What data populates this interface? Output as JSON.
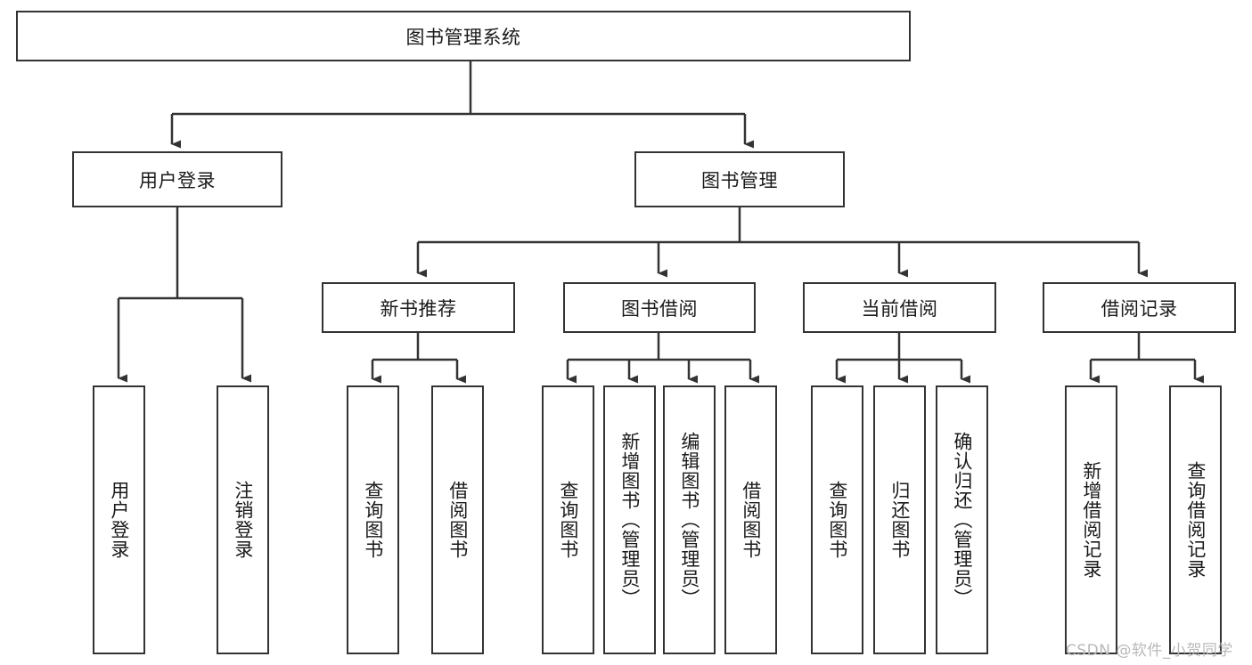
{
  "diagram": {
    "title": "图书管理系统",
    "type": "function-structure-tree",
    "colors": {
      "background": "#ffffff",
      "border": "#333333",
      "text": "#1a1a1a",
      "watermark": "#b9b9b9"
    },
    "root": {
      "label": "图书管理系统"
    },
    "level2": [
      {
        "label": "用户登录"
      },
      {
        "label": "图书管理"
      }
    ],
    "level3": [
      {
        "label": "新书推荐"
      },
      {
        "label": "图书借阅"
      },
      {
        "label": "当前借阅"
      },
      {
        "label": "借阅记录"
      }
    ],
    "leaves": {
      "user_login": [
        {
          "label": "用户登录"
        },
        {
          "label": "注销登录"
        }
      ],
      "new_book": [
        {
          "label": "查询图书"
        },
        {
          "label": "借阅图书"
        }
      ],
      "book_borrow": [
        {
          "label": "查询图书"
        },
        {
          "label": "新增图书（管理员）"
        },
        {
          "label": "编辑图书（管理员）"
        },
        {
          "label": "借阅图书"
        }
      ],
      "current_borrow": [
        {
          "label": "查询图书"
        },
        {
          "label": "归还图书"
        },
        {
          "label": "确认归还（管理员）"
        }
      ],
      "borrow_record": [
        {
          "label": "新增借阅记录"
        },
        {
          "label": "查询借阅记录"
        }
      ]
    },
    "watermark": "CSDN @软件_小贺同学"
  }
}
